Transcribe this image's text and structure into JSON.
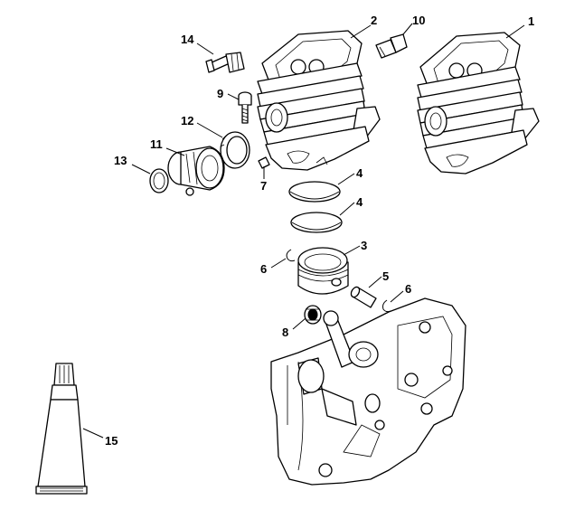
{
  "callouts": [
    {
      "id": "1",
      "text": "1"
    },
    {
      "id": "2",
      "text": "2"
    },
    {
      "id": "3",
      "text": "3"
    },
    {
      "id": "4a",
      "text": "4"
    },
    {
      "id": "4b",
      "text": "4"
    },
    {
      "id": "5",
      "text": "5"
    },
    {
      "id": "6a",
      "text": "6"
    },
    {
      "id": "6b",
      "text": "6"
    },
    {
      "id": "7",
      "text": "7"
    },
    {
      "id": "8",
      "text": "8"
    },
    {
      "id": "9",
      "text": "9"
    },
    {
      "id": "10",
      "text": "10"
    },
    {
      "id": "11",
      "text": "11"
    },
    {
      "id": "12",
      "text": "12"
    },
    {
      "id": "13",
      "text": "13"
    },
    {
      "id": "14",
      "text": "14"
    },
    {
      "id": "15",
      "text": "15"
    }
  ],
  "parts": [
    {
      "id": "1",
      "icon": "cylinder-icon"
    },
    {
      "id": "2",
      "icon": "cylinder-icon"
    },
    {
      "id": "3",
      "icon": "piston-icon"
    },
    {
      "id": "4",
      "icon": "piston-ring-icon"
    },
    {
      "id": "5",
      "icon": "piston-pin-icon"
    },
    {
      "id": "6",
      "icon": "snap-ring-icon"
    },
    {
      "id": "7",
      "icon": "screw-icon"
    },
    {
      "id": "8",
      "icon": "needle-cage-icon"
    },
    {
      "id": "9",
      "icon": "bolt-icon"
    },
    {
      "id": "10",
      "icon": "decompression-valve-icon"
    },
    {
      "id": "11",
      "icon": "intake-manifold-icon"
    },
    {
      "id": "12",
      "icon": "clamp-ring-icon"
    },
    {
      "id": "13",
      "icon": "clamp-icon"
    },
    {
      "id": "14",
      "icon": "decompression-valve-icon"
    },
    {
      "id": "15",
      "icon": "grease-tube-icon"
    }
  ]
}
